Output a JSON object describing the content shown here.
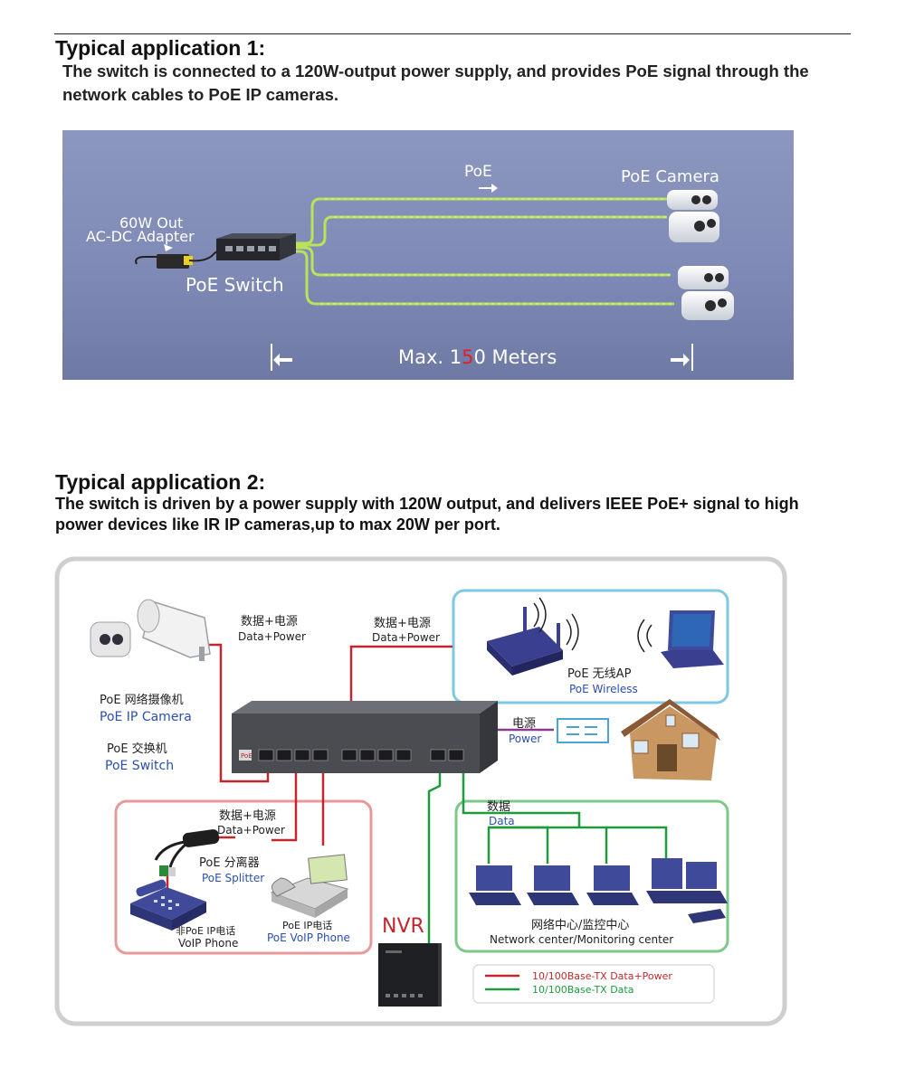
{
  "section1": {
    "title": "Typical application 1:",
    "description": "The switch is connected to a 120W-output power supply, and provides PoE signal through the network cables to PoE IP cameras.",
    "photo": {
      "adapter_label_1": "60W Out",
      "adapter_label_2": "AC-DC Adapter",
      "switch_label": "PoE Switch",
      "poe_label": "PoE",
      "camera_label": "PoE Camera",
      "distance_prefix": "Max. 1",
      "distance_highlight": "5",
      "distance_suffix": "0 Meters"
    }
  },
  "section2": {
    "title": "Typical application 2:",
    "description": "The switch is driven by a power supply with 120W output, and delivers IEEE PoE+ signal to high power devices like IR IP cameras,up to max 20W per port.",
    "diagram": {
      "cam_link_cn": "数据+电源",
      "cam_link_en": "Data+Power",
      "ap_link_cn": "数据+电源",
      "ap_link_en": "Data+Power",
      "ap_cn": "PoE 无线AP",
      "ap_en": "PoE Wireless",
      "camera_cn": "PoE 网络摄像机",
      "camera_en": "PoE IP Camera",
      "switch_cn": "PoE 交换机",
      "switch_en": "PoE Switch",
      "power_cn": "电源",
      "power_en": "Power",
      "phone_link_cn": "数据+电源",
      "phone_link_en": "Data+Power",
      "splitter_cn": "PoE 分离器",
      "splitter_en": "PoE  Splitter",
      "nonpoe_phone_cn": "非PoE IP电话",
      "nonpoe_phone_en": "VoIP Phone",
      "poe_phone_cn": "PoE IP电话",
      "poe_phone_en": "PoE VoIP Phone",
      "data_cn": "数据",
      "data_en": "Data",
      "nvr": "NVR",
      "center_cn": "网络中心/监控中心",
      "center_en": "Network center/Monitoring center",
      "legend_red": "10/100Base-TX Data+Power",
      "legend_green": "10/100Base-TX Data",
      "switch_brand": "PoE"
    },
    "colors": {
      "red_line": "#c0282d",
      "green_line": "#1f9a3c",
      "blue_frame": "#7ec8e3",
      "red_frame": "#e89a9a",
      "green_frame": "#7cc98a",
      "label_blue": "#2a4fb0"
    }
  }
}
